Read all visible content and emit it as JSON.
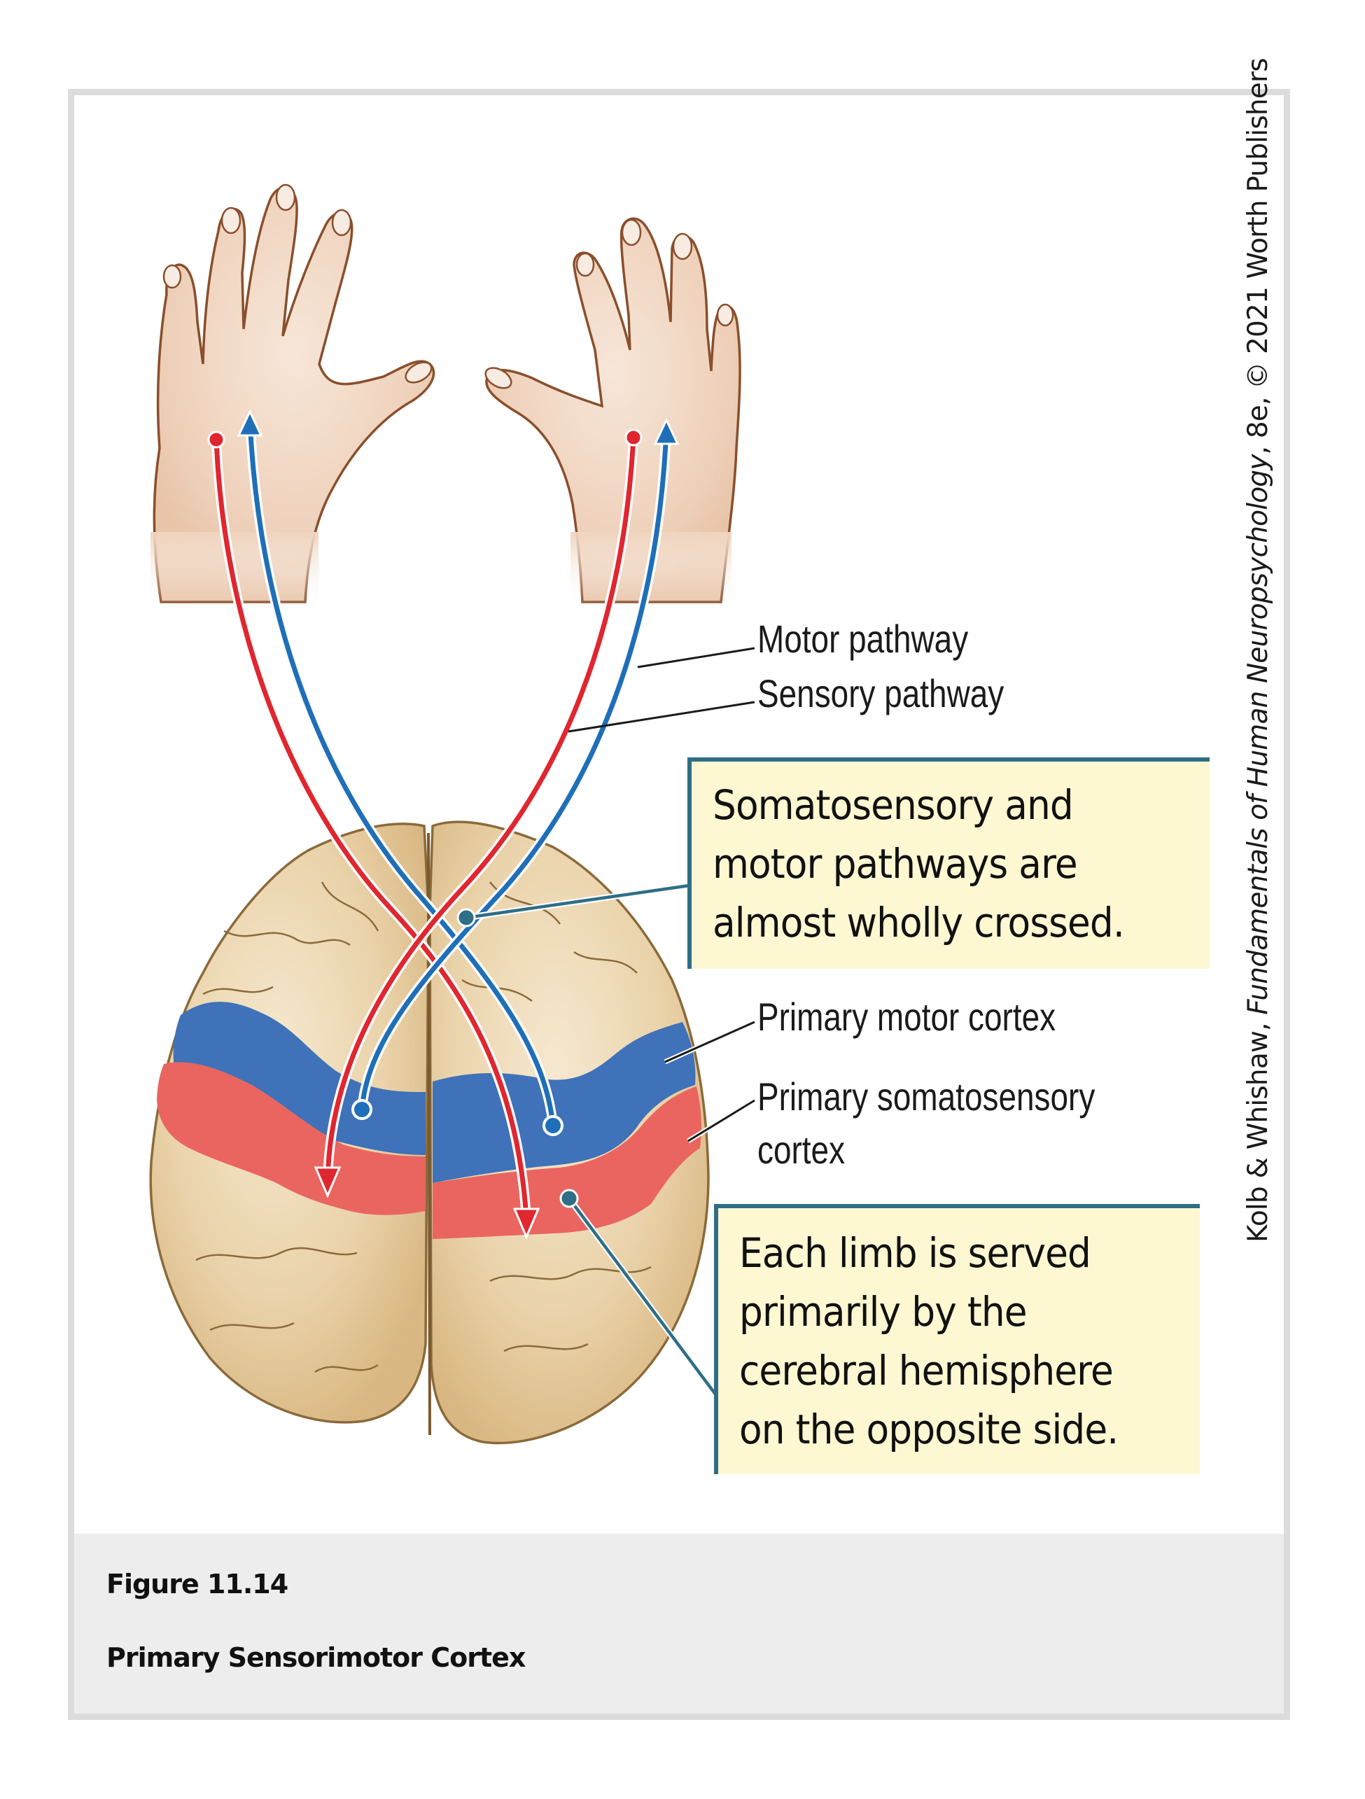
{
  "figure": {
    "labels": {
      "motor_pathway": "Motor pathway",
      "sensory_pathway": "Sensory pathway",
      "primary_motor_cortex": "Primary motor cortex",
      "primary_somatosensory_cortex_line1": "Primary somatosensory",
      "primary_somatosensory_cortex_line2": "cortex"
    },
    "callouts": [
      {
        "lines": [
          "Somatosensory and",
          "motor pathways are",
          "almost wholly crossed."
        ]
      },
      {
        "lines": [
          "Each limb is served",
          "primarily by the",
          "cerebral hemisphere",
          "on the opposite side."
        ]
      }
    ],
    "credit": {
      "prefix": "Kolb & Whishaw, ",
      "book_title": "Fundamentals of Human Neuropsychology",
      "suffix": ", 8e, © 2021 Worth Publishers"
    },
    "colors": {
      "motor_pathway": "#1f6fb8",
      "sensory_pathway": "#e0262f",
      "motor_cortex": "#3f72b8",
      "somatosensory_cortex": "#ea6560",
      "callout_border": "#2e6e86",
      "callout_fill": "#fdf7d2",
      "brain": "#e6cca0",
      "skin": "#f0d6c0"
    }
  },
  "caption": {
    "title": "Figure 11.14",
    "subtitle": "Primary Sensorimotor Cortex"
  }
}
